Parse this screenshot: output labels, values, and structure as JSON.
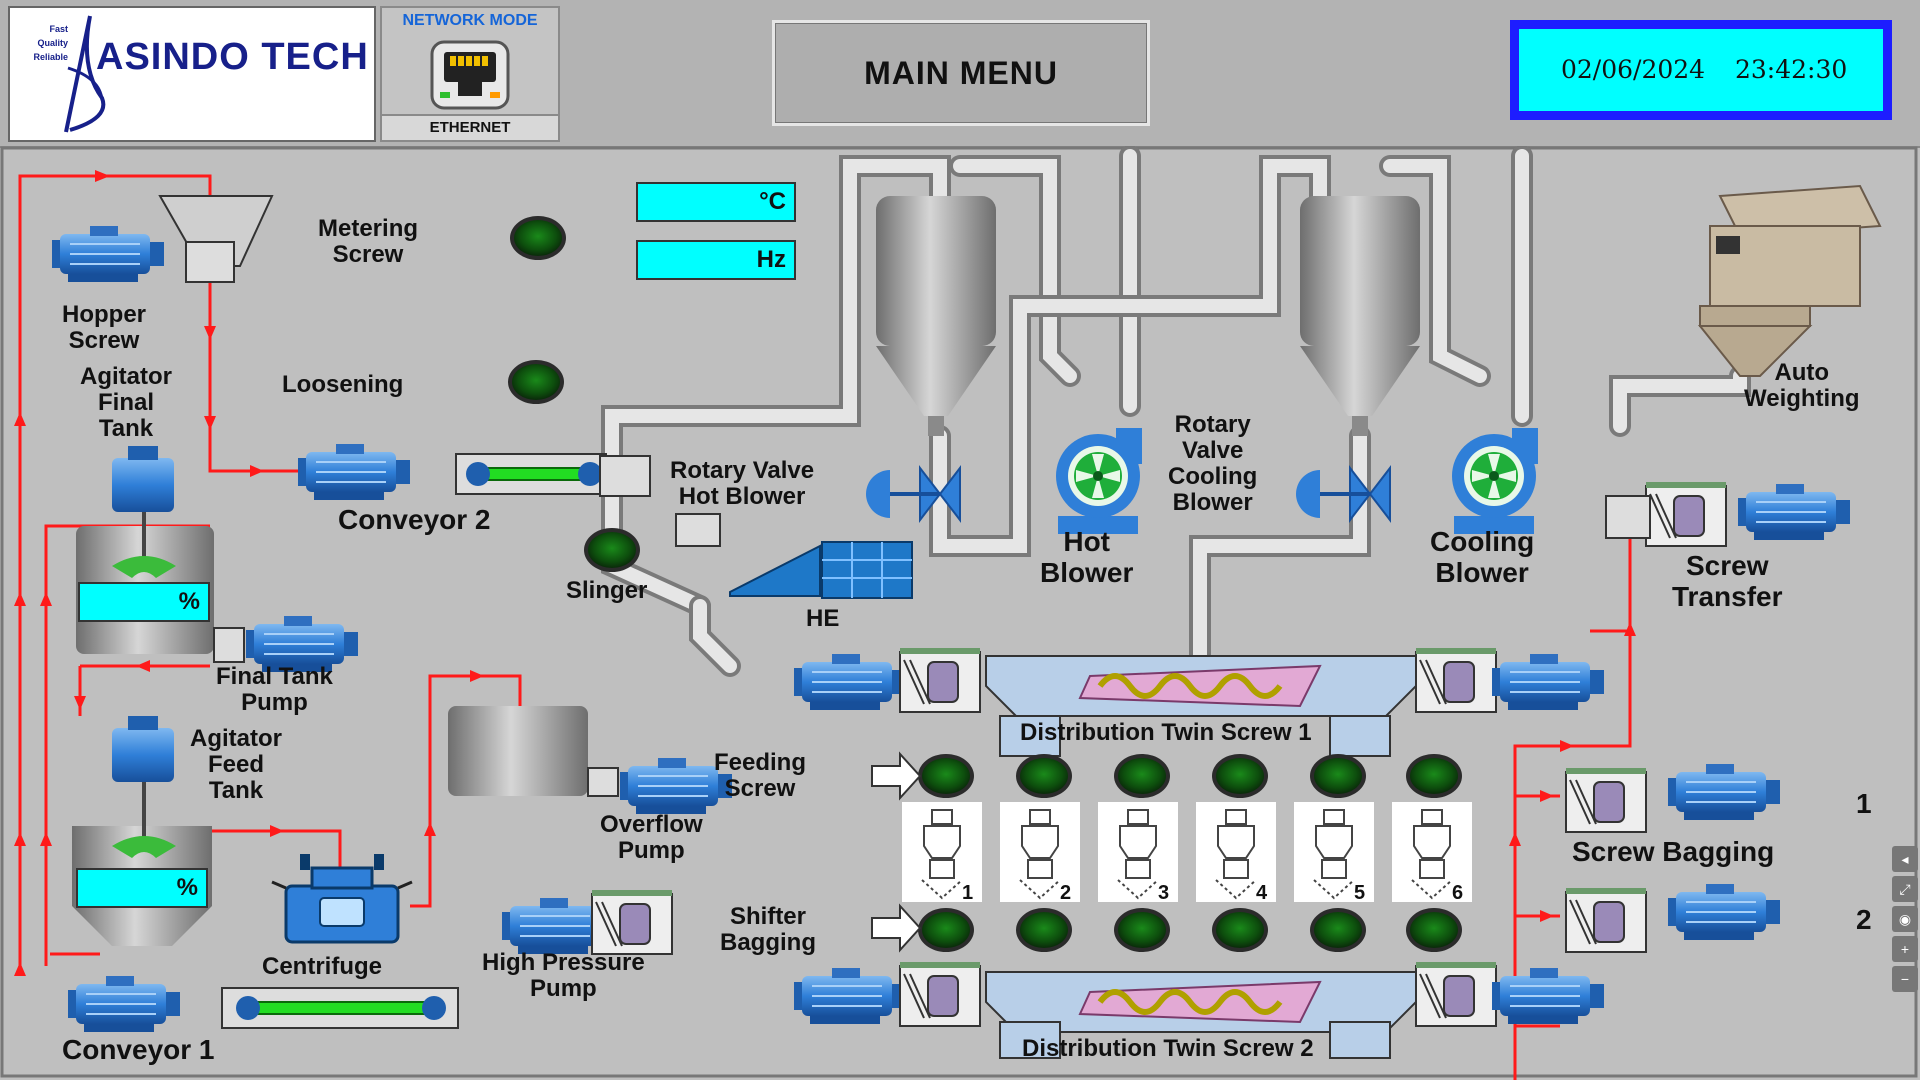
{
  "header": {
    "brand": "ASINDO TECH",
    "tagline": [
      "Fast",
      "Quality",
      "Reliable"
    ],
    "network_title": "NETWORK MODE",
    "network_label": "ETHERNET",
    "menu_button": "MAIN MENU",
    "date": "02/06/2024",
    "time": "23:42:30"
  },
  "readouts": {
    "temperature_unit": "°C",
    "frequency_unit": "Hz",
    "tank_percent_unit": "%"
  },
  "labels": {
    "metering_screw": [
      "Metering",
      "Screw"
    ],
    "hopper_screw": [
      "Hopper",
      "Screw"
    ],
    "loosening": "Loosening",
    "agitator_final_tank": [
      "Agitator",
      "Final",
      "Tank"
    ],
    "conveyor2": "Conveyor 2",
    "rotary_valve_hot": [
      "Rotary Valve",
      "Hot Blower"
    ],
    "slinger": "Slinger",
    "he": "HE",
    "hot_blower": [
      "Hot",
      "Blower"
    ],
    "rotary_valve_cooling": [
      "Rotary",
      "Valve",
      "Cooling",
      "Blower"
    ],
    "cooling_blower": [
      "Cooling",
      "Blower"
    ],
    "auto_weighting": [
      "Auto",
      "Weighting"
    ],
    "screw_transfer": [
      "Screw",
      "Transfer"
    ],
    "final_tank_pump": [
      "Final Tank",
      "Pump"
    ],
    "agitator_feed_tank": [
      "Agitator",
      "Feed",
      "Tank"
    ],
    "overflow_pump": [
      "Overflow",
      "Pump"
    ],
    "feeding_screw": [
      "Feeding",
      "Screw"
    ],
    "shifter_bagging": [
      "Shifter",
      "Bagging"
    ],
    "centrifuge": "Centrifuge",
    "high_pressure_pump": [
      "High Pressure",
      "Pump"
    ],
    "conveyor1": "Conveyor 1",
    "distribution_twin_screw_1": "Distribution  Twin  Screw 1",
    "distribution_twin_screw_2": "Distribution  Twin  Screw 2",
    "screw_bagging": "Screw Bagging",
    "bagging_line_1": "1",
    "bagging_line_2": "2"
  },
  "baggers": [
    "1",
    "2",
    "3",
    "4",
    "5",
    "6"
  ],
  "colors": {
    "motor_blue": "#2f7fd8",
    "flow_red": "#ff1a1a",
    "indicator_green": "#0d4d0d",
    "readout_cyan": "#00ffff",
    "datetime_frame": "#1d1dff",
    "conveyor_belt": "#22dd22"
  },
  "icons": {
    "network": "ethernet-port-icon",
    "motor": "electric-motor-icon",
    "blower": "fan-blower-icon",
    "valve": "rotary-valve-icon"
  }
}
